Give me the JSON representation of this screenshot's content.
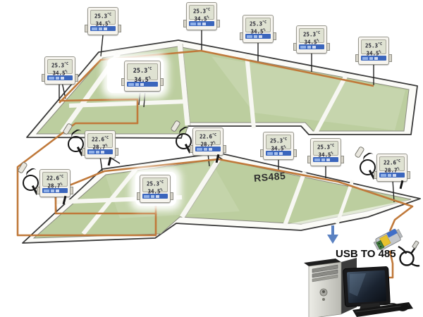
{
  "labels": {
    "bus_label": "RS485",
    "converter_label": "USB TO 485"
  },
  "units": {
    "temp": "°C",
    "hum": "%"
  },
  "colors": {
    "wire_orange": "#c0793a",
    "floor_green": "#bcce9f",
    "arrow_blue": "#5b82c2",
    "device_bar_blue": "#3b66bd",
    "converter_yellow": "#e7c22f",
    "converter_terminal_green": "#3f7b3b"
  },
  "devices": [
    {
      "id": "upper-1",
      "floor": "upper",
      "temp": "25.3",
      "hum": "34.5",
      "probe": false
    },
    {
      "id": "upper-2",
      "floor": "upper",
      "temp": "25.3",
      "hum": "34.5",
      "probe": false
    },
    {
      "id": "upper-3",
      "floor": "upper",
      "temp": "25.3",
      "hum": "34.5",
      "probe": false
    },
    {
      "id": "upper-4",
      "floor": "upper",
      "temp": "25.3",
      "hum": "34.5",
      "probe": false
    },
    {
      "id": "upper-5",
      "floor": "upper",
      "temp": "25.3",
      "hum": "34.5",
      "probe": false
    },
    {
      "id": "upper-6",
      "floor": "upper",
      "temp": "25.3",
      "hum": "34.5",
      "probe": false
    },
    {
      "id": "upper-7",
      "floor": "upper",
      "temp": "25.3",
      "hum": "34.5",
      "probe": false
    },
    {
      "id": "lower-1",
      "floor": "lower",
      "temp": "22.6",
      "hum": "28.7",
      "probe": true
    },
    {
      "id": "lower-2",
      "floor": "lower",
      "temp": "22.6",
      "hum": "28.7",
      "probe": true
    },
    {
      "id": "lower-3",
      "floor": "lower",
      "temp": "25.3",
      "hum": "34.5",
      "probe": false
    },
    {
      "id": "lower-4",
      "floor": "lower",
      "temp": "22.6",
      "hum": "28.7",
      "probe": true
    },
    {
      "id": "lower-5",
      "floor": "lower",
      "temp": "25.3",
      "hum": "34.5",
      "probe": false
    },
    {
      "id": "lower-6",
      "floor": "lower",
      "temp": "25.3",
      "hum": "34.5",
      "probe": false
    },
    {
      "id": "lower-7",
      "floor": "lower",
      "temp": "22.6",
      "hum": "28.7",
      "probe": true
    }
  ]
}
